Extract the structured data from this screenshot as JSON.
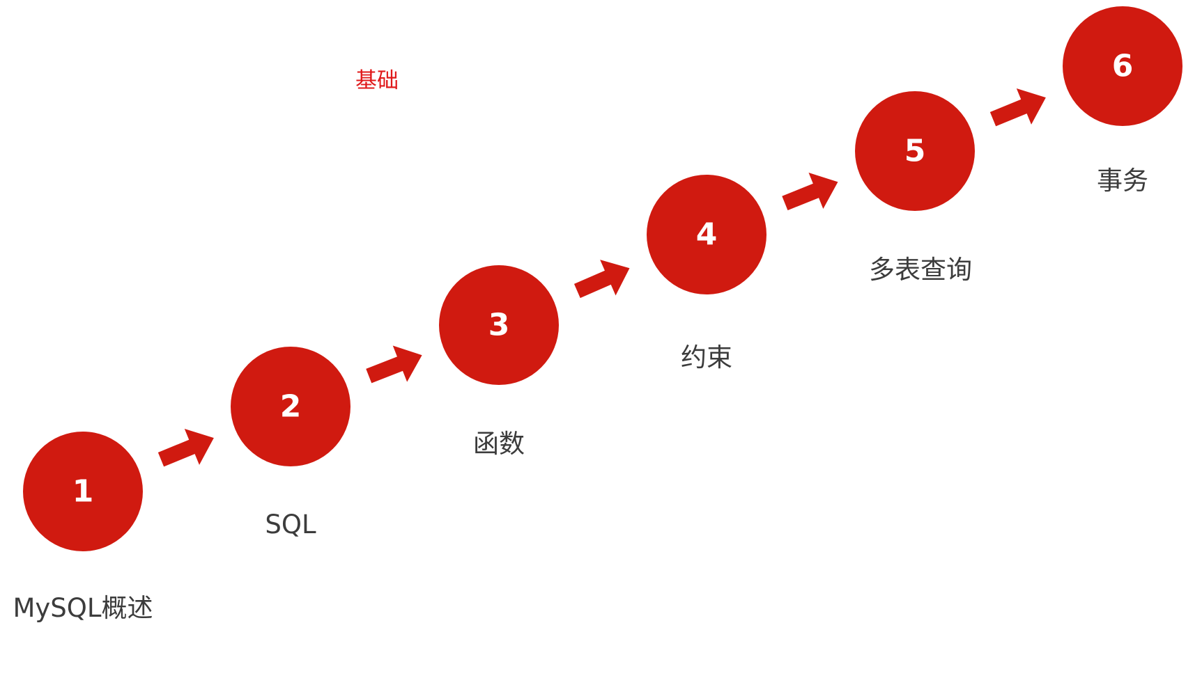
{
  "title": "基础",
  "colors": {
    "circle": "#d01a10",
    "arrow": "#d01a10",
    "title": "#e0191a",
    "label": "#3c3c3c",
    "number": "#ffffff"
  },
  "steps": [
    {
      "number": "1",
      "label": "MySQL概述"
    },
    {
      "number": "2",
      "label": "SQL"
    },
    {
      "number": "3",
      "label": "函数"
    },
    {
      "number": "4",
      "label": "约束"
    },
    {
      "number": "5",
      "label": "多表查询"
    },
    {
      "number": "6",
      "label": "事务"
    }
  ]
}
